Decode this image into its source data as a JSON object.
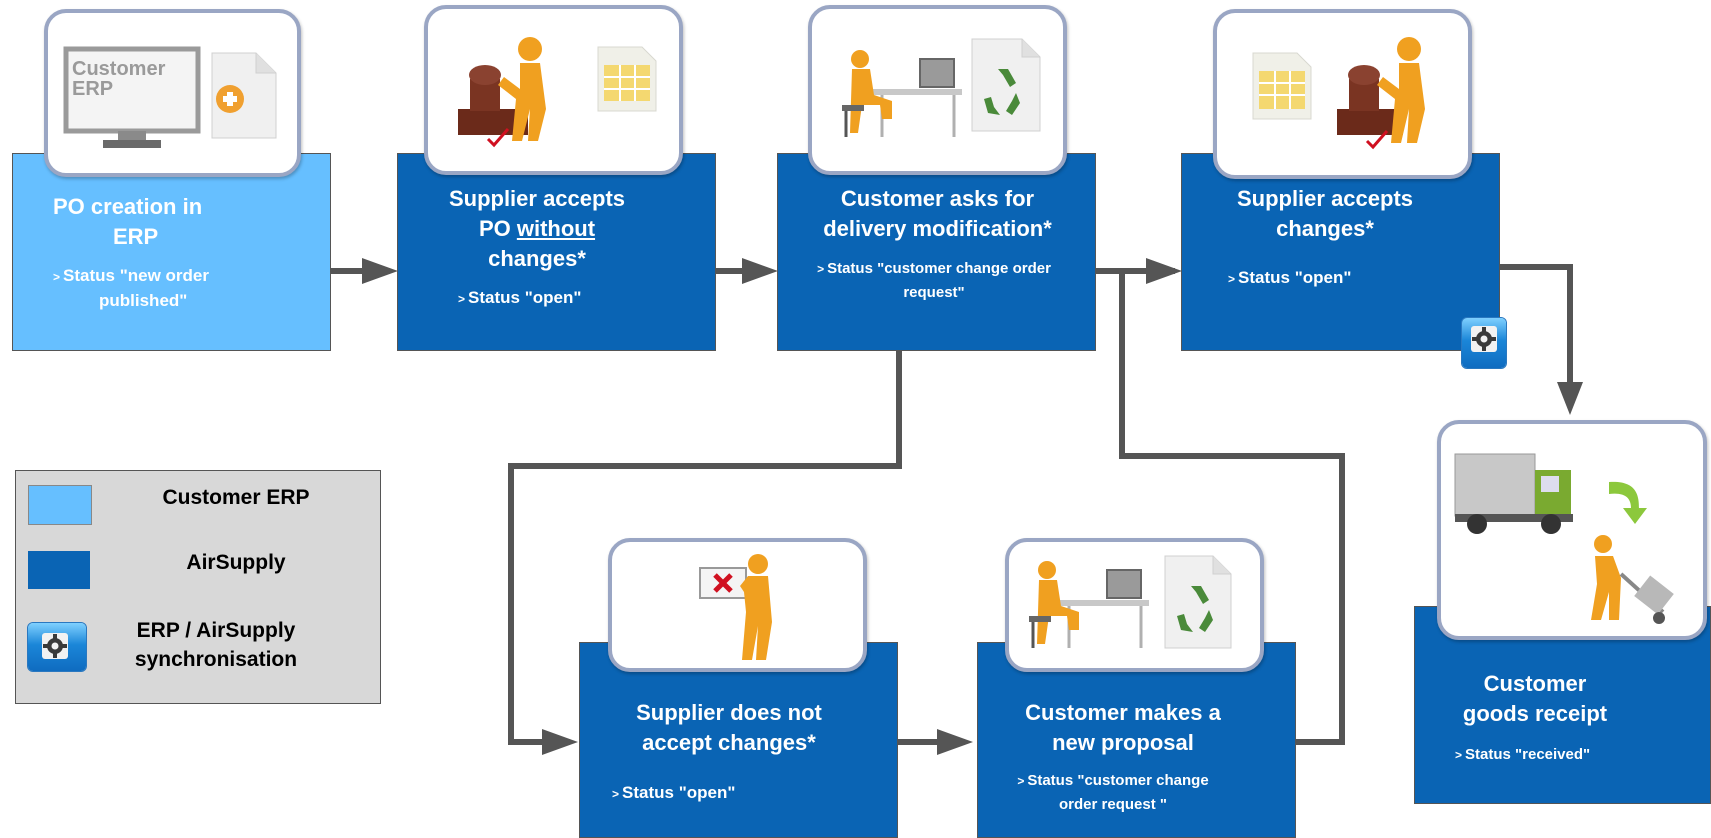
{
  "steps": {
    "po_creation": {
      "title_1": "PO creation in",
      "title_2": "ERP",
      "status_1": "Status \"new order",
      "status_2": "published\""
    },
    "supplier_accepts_po": {
      "title_1": "Supplier accepts",
      "title_2a": "PO ",
      "title_2b": "without",
      "title_3": "changes*",
      "status": "Status \"open\""
    },
    "customer_asks": {
      "title_1": "Customer asks for",
      "title_2": "delivery  modification*",
      "status_1": "Status \"customer  change order",
      "status_2": "request\""
    },
    "supplier_accepts_changes": {
      "title_1": "Supplier accepts",
      "title_2": "changes*",
      "status": "Status \"open\""
    },
    "supplier_not_accept": {
      "title_1": "Supplier does not",
      "title_2": "accept changes*",
      "status": "Status \"open\""
    },
    "customer_new_proposal": {
      "title_1": "Customer makes a",
      "title_2": "new proposal",
      "status_1": "Status \"customer  change",
      "status_2": "order request \""
    },
    "goods_receipt": {
      "title_1": "Customer",
      "title_2": "goods receipt",
      "status": "Status \"received\""
    }
  },
  "monitor_text": {
    "line_1": "Customer",
    "line_2": "ERP"
  },
  "legend": {
    "items": [
      {
        "label": "Customer ERP",
        "color": "#66bfff"
      },
      {
        "label": "AirSupply",
        "color": "#0a64b4"
      },
      {
        "label_1": "ERP / AirSupply",
        "label_2": "synchronisation",
        "icon": "gear-icon"
      }
    ]
  },
  "colors": {
    "erp": "#66bfff",
    "airsupply": "#0a64b4",
    "arrow": "#555555",
    "card_border": "#9aa6c4",
    "legend_bg": "#d8d8d8"
  },
  "icons": [
    "monitor-icon",
    "add-document-icon",
    "stamp-person-icon",
    "spreadsheet-document-icon",
    "person-at-desk-icon",
    "recycle-document-icon",
    "reject-sign-person-icon",
    "truck-icon",
    "hand-truck-person-icon",
    "gear-icon"
  ]
}
